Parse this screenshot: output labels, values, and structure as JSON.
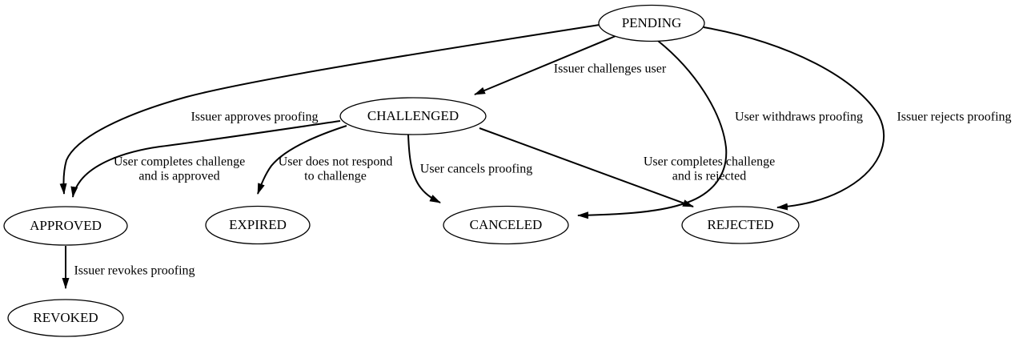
{
  "colors": {
    "background": "#ffffff",
    "line": "#000000",
    "text": "#000000"
  },
  "diagram": {
    "type": "state-machine",
    "nodes": [
      {
        "id": "pending",
        "label": "PENDING"
      },
      {
        "id": "challenged",
        "label": "CHALLENGED"
      },
      {
        "id": "approved",
        "label": "APPROVED"
      },
      {
        "id": "expired",
        "label": "EXPIRED"
      },
      {
        "id": "canceled",
        "label": "CANCELED"
      },
      {
        "id": "rejected",
        "label": "REJECTED"
      },
      {
        "id": "revoked",
        "label": "REVOKED"
      }
    ],
    "edges": [
      {
        "from": "PENDING",
        "to": "CHALLENGED",
        "label": "Issuer challenges user"
      },
      {
        "from": "PENDING",
        "to": "APPROVED",
        "label": "Issuer approves proofing"
      },
      {
        "from": "CHALLENGED",
        "to": "APPROVED",
        "label": "User completes challenge and is approved",
        "lines": [
          "User completes challenge",
          "and is approved"
        ]
      },
      {
        "from": "CHALLENGED",
        "to": "EXPIRED",
        "label": "User does not respond to challenge",
        "lines": [
          "User does not respond",
          "to challenge"
        ]
      },
      {
        "from": "CHALLENGED",
        "to": "CANCELED",
        "label": "User cancels proofing"
      },
      {
        "from": "CHALLENGED",
        "to": "REJECTED",
        "label": "User completes challenge and is rejected",
        "lines": [
          "User completes challenge",
          "and is rejected"
        ]
      },
      {
        "from": "PENDING",
        "to": "CANCELED",
        "label": "User withdraws proofing"
      },
      {
        "from": "PENDING",
        "to": "REJECTED",
        "label": "Issuer rejects proofing"
      },
      {
        "from": "APPROVED",
        "to": "REVOKED",
        "label": "Issuer revokes proofing"
      }
    ]
  }
}
